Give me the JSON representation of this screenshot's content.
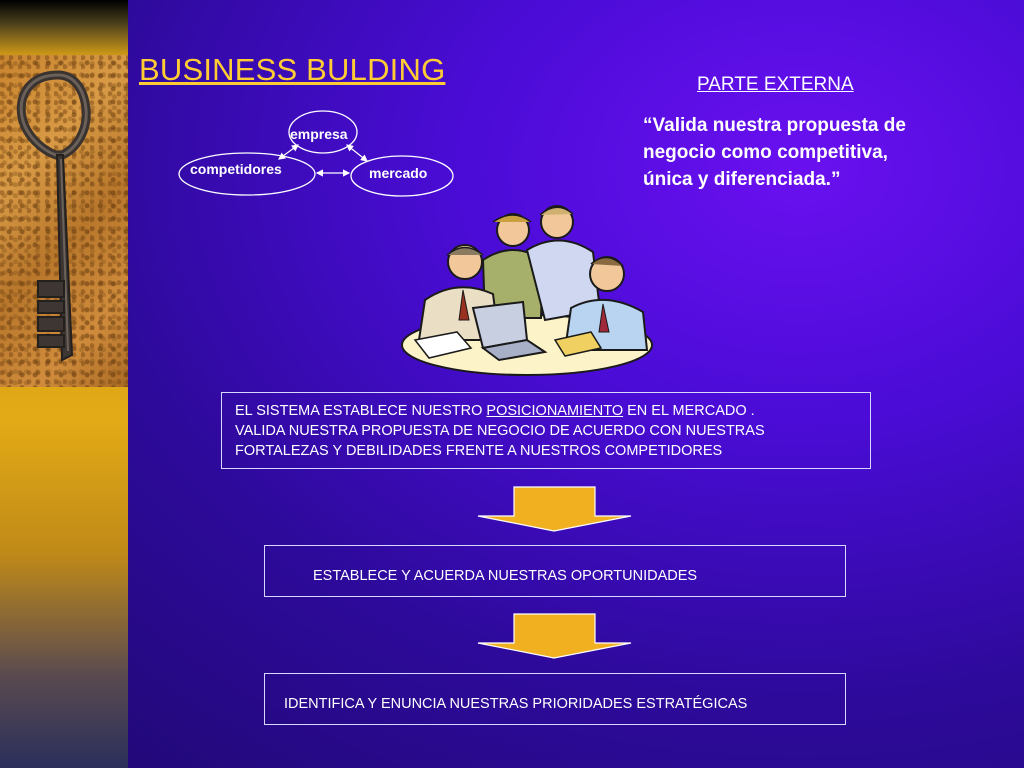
{
  "slide": {
    "title": "BUSINESS BULDING",
    "section_heading": "PARTE EXTERNA",
    "quote_lines": [
      "“Valida nuestra propuesta  de",
      "negocio como competitiva,",
      "única y diferenciada.”"
    ]
  },
  "diagram": {
    "nodes": {
      "empresa": "empresa",
      "competidores": "competidores",
      "mercado": "mercado"
    }
  },
  "boxes": {
    "box1": {
      "line1_before": "EL SISTEMA ESTABLECE NUESTRO ",
      "line1_link": "POSICIONAMIENTO",
      "line1_after": " EN EL MERCADO .",
      "line2": "VALIDA NUESTRA PROPUESTA DE NEGOCIO DE ACUERDO CON NUESTRAS",
      "line3": "FORTALEZAS Y DEBILIDADES  FRENTE A NUESTROS COMPETIDORES"
    },
    "box2": {
      "text": "ESTABLECE  Y ACUERDA  NUESTRAS OPORTUNIDADES"
    },
    "box3": {
      "text": "IDENTIFICA Y ENUNCIA  NUESTRAS PRIORIDADES ESTRATÉGICAS"
    }
  },
  "icons": {
    "key": "key-icon",
    "meeting": "business-meeting-illustration",
    "arrow": "down-arrow-icon"
  },
  "colors": {
    "title": "#ffcc33",
    "arrow_fill": "#f0b020",
    "background": "#4a0cd6",
    "left_bar": "#e2aa16"
  }
}
